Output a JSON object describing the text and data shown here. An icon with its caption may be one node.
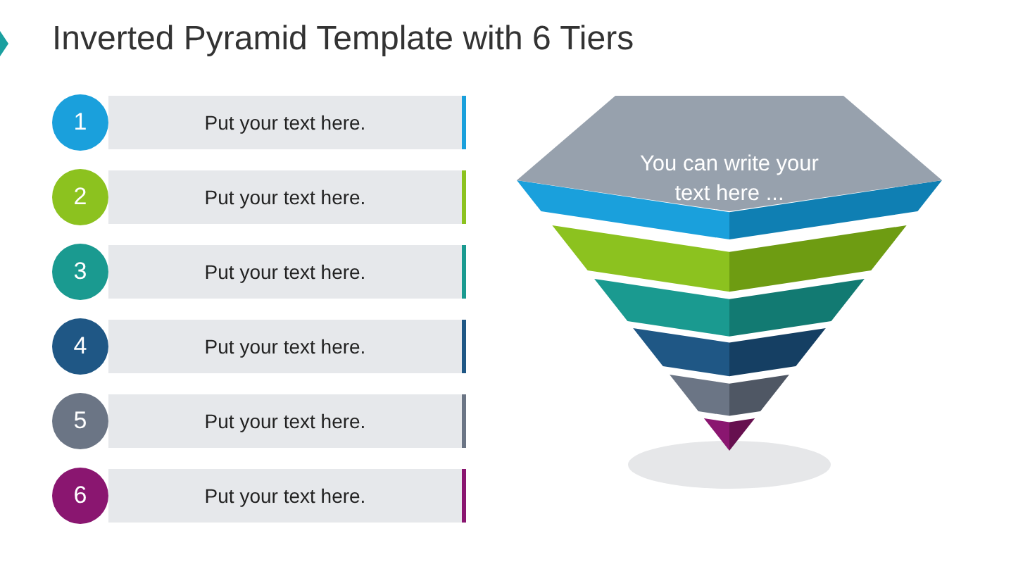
{
  "diagram": {
    "title": "Inverted Pyramid Template with 6 Tiers",
    "nodes": [
      {
        "text": [
          "1"
        ]
      },
      {
        "text": [
          "Put your text here."
        ]
      },
      {
        "text": [
          "2"
        ]
      },
      {
        "text": [
          "Put your text here."
        ]
      },
      {
        "text": [
          "3"
        ]
      },
      {
        "text": [
          "Put your text here."
        ]
      },
      {
        "text": [
          "4"
        ]
      },
      {
        "text": [
          "Put your text here."
        ]
      },
      {
        "text": [
          "5"
        ]
      },
      {
        "text": [
          "Put your text here."
        ]
      },
      {
        "text": [
          "6"
        ]
      },
      {
        "text": [
          "Put your text here."
        ]
      },
      {
        "text": [
          "You can write your text here ..."
        ]
      }
    ],
    "edges": []
  }
}
